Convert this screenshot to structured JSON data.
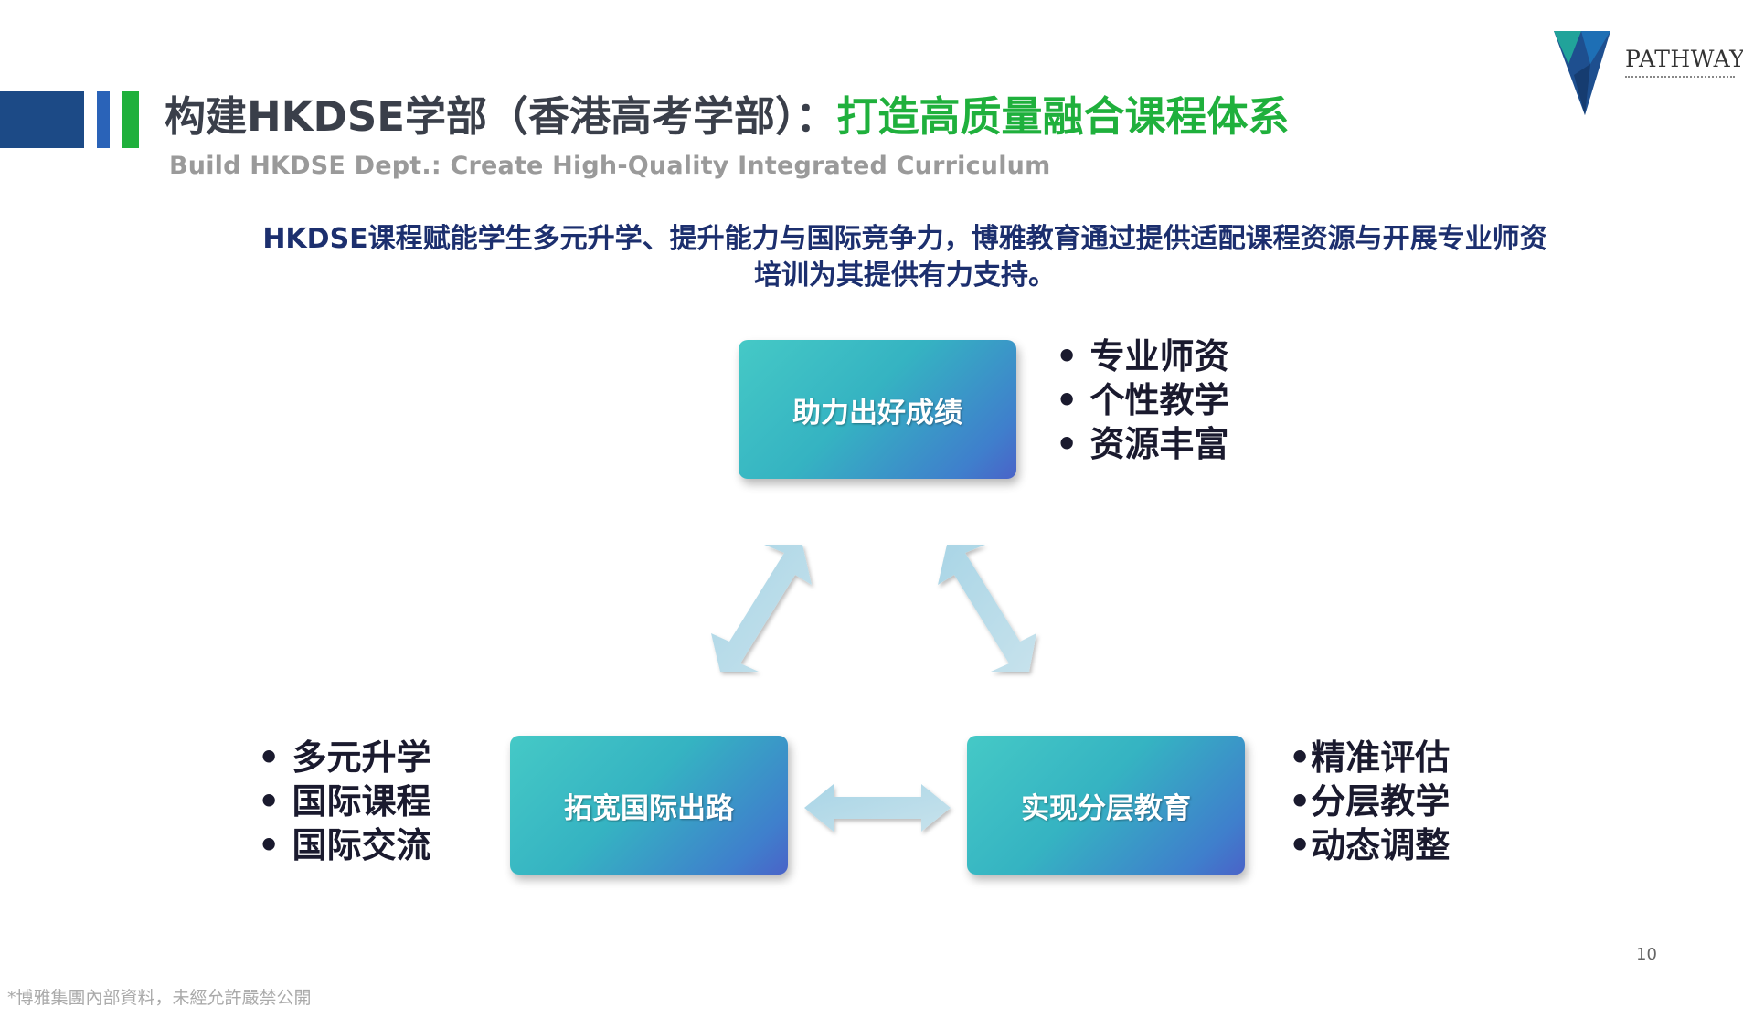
{
  "header": {
    "title_prefix": "构建HKDSE学部（香港高考学部）：",
    "title_highlight": "打造高质量融合课程体系",
    "subtitle": "Build HKDSE Dept.: Create High-Quality Integrated Curriculum"
  },
  "logo": {
    "text": "PATHWAY"
  },
  "intro": "HKDSE课程赋能学生多元升学、提升能力与国际竞争力，博雅教育通过提供适配课程资源与开展专业师资培训为其提供有力支持。",
  "diagram": {
    "top": {
      "label": "助力出好成绩",
      "items": [
        "• 专业师资",
        "• 个性教学",
        "• 资源丰富"
      ]
    },
    "left": {
      "label": "拓宽国际出路",
      "items": [
        "• 多元升学",
        "• 国际课程",
        "• 国际交流"
      ]
    },
    "right": {
      "label": "实现分层教育",
      "items": [
        "•精准评估",
        "•分层教学",
        "•动态调整"
      ]
    }
  },
  "page_number": "10",
  "footer": "*博雅集團內部資料，未經允許嚴禁公開",
  "colors": {
    "title_dark": "#3a3f4a",
    "title_green": "#1fb03c",
    "bar_navy": "#1c4a86",
    "intro_text": "#1c2f6e",
    "node_gradient_start": "#45c9c6",
    "node_gradient_end": "#4a63c8"
  }
}
